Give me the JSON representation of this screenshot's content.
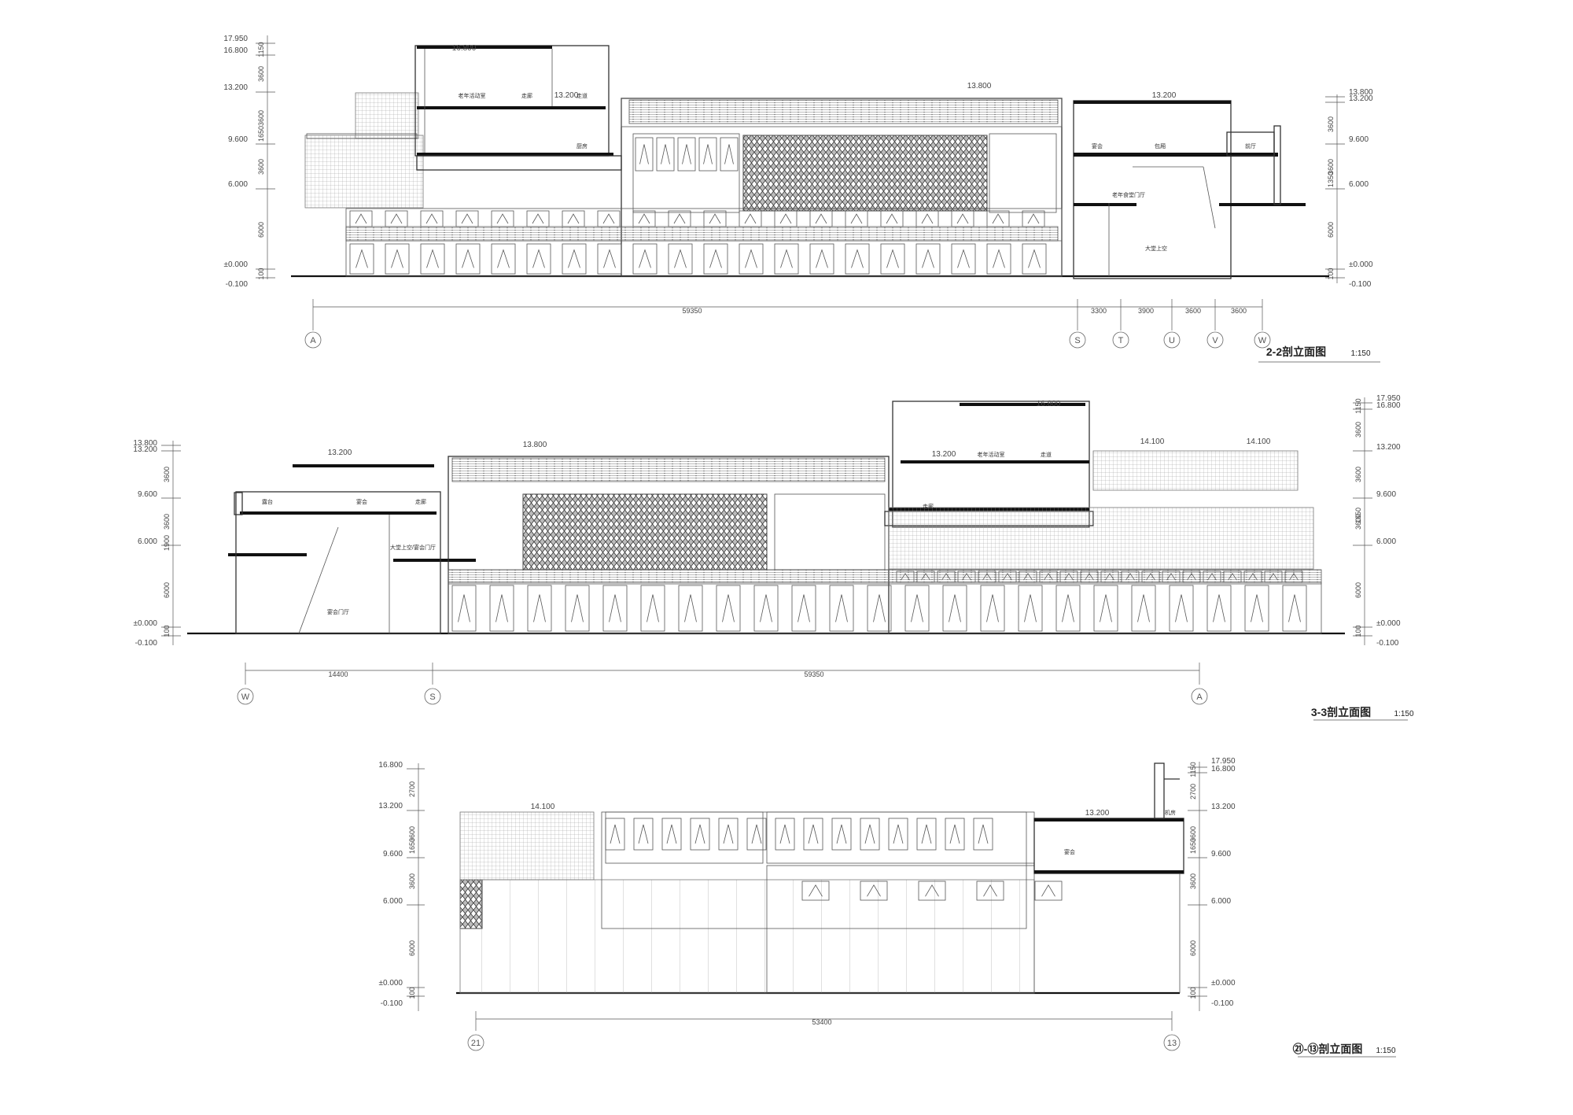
{
  "sections": [
    {
      "id": "section-2-2",
      "title": "2-2剖立面图",
      "scale": "1:150",
      "levels_left": [
        "17.950",
        "16.800",
        "13.200",
        "9.600",
        "6.000",
        "±0.000",
        "-0.100"
      ],
      "levels_right": [
        "13.800",
        "13.200",
        "9.600",
        "6.000",
        "±0.000",
        "-0.100"
      ],
      "dims_left": [
        "1150",
        "3600",
        "3600",
        "1650",
        "3600",
        "6000",
        "100"
      ],
      "dims_right": [
        "3600",
        "3600",
        "1350",
        "6000",
        "100"
      ],
      "inline_levels": [
        "16.800",
        "13.200",
        "13.800",
        "13.200"
      ],
      "overall_dim": "59350",
      "bay_dims": [
        "3300",
        "3900",
        "3600",
        "3600"
      ],
      "axes": [
        "A",
        "S",
        "T",
        "U",
        "V",
        "W"
      ],
      "room_labels": [
        "老年活动室",
        "走廊",
        "走道",
        "厨房",
        "宴会",
        "包厢",
        "前厅",
        "老年食堂门厅",
        "大堂上空"
      ]
    },
    {
      "id": "section-3-3",
      "title": "3-3剖立面图",
      "scale": "1:150",
      "levels_left": [
        "13.800",
        "13.200",
        "9.600",
        "6.000",
        "±0.000",
        "-0.100"
      ],
      "levels_right": [
        "17.950",
        "16.800",
        "13.200",
        "9.600",
        "6.000",
        "±0.000",
        "-0.100"
      ],
      "dims_left": [
        "3600",
        "3600",
        "1900",
        "6000",
        "100"
      ],
      "dims_right": [
        "1150",
        "3600",
        "3600",
        "1650",
        "3600",
        "6000",
        "100"
      ],
      "inline_levels": [
        "13.200",
        "13.800",
        "16.800",
        "13.200",
        "14.100",
        "14.100"
      ],
      "overall_dims": [
        "14400",
        "59350"
      ],
      "axes": [
        "W",
        "S",
        "A"
      ],
      "room_labels": [
        "露台",
        "宴会",
        "走廊",
        "大堂上空/宴会门厅",
        "宴会门厅",
        "走廊",
        "老年活动室",
        "走道"
      ]
    },
    {
      "id": "section-21-13",
      "title": "㉑-⑬剖立面图",
      "scale": "1:150",
      "levels_left": [
        "16.800",
        "13.200",
        "9.600",
        "6.000",
        "±0.000",
        "-0.100"
      ],
      "levels_right": [
        "17.950",
        "16.800",
        "13.200",
        "9.600",
        "6.000",
        "±0.000",
        "-0.100"
      ],
      "dims_left": [
        "2700",
        "3600",
        "1650",
        "3600",
        "6000",
        "100"
      ],
      "dims_right": [
        "1150",
        "2700",
        "3600",
        "1650",
        "3600",
        "6000",
        "100"
      ],
      "inline_levels": [
        "14.100",
        "13.200"
      ],
      "overall_dim": "53400",
      "axes": [
        "21",
        "13"
      ],
      "room_labels": [
        "宴会",
        "机房"
      ]
    }
  ]
}
